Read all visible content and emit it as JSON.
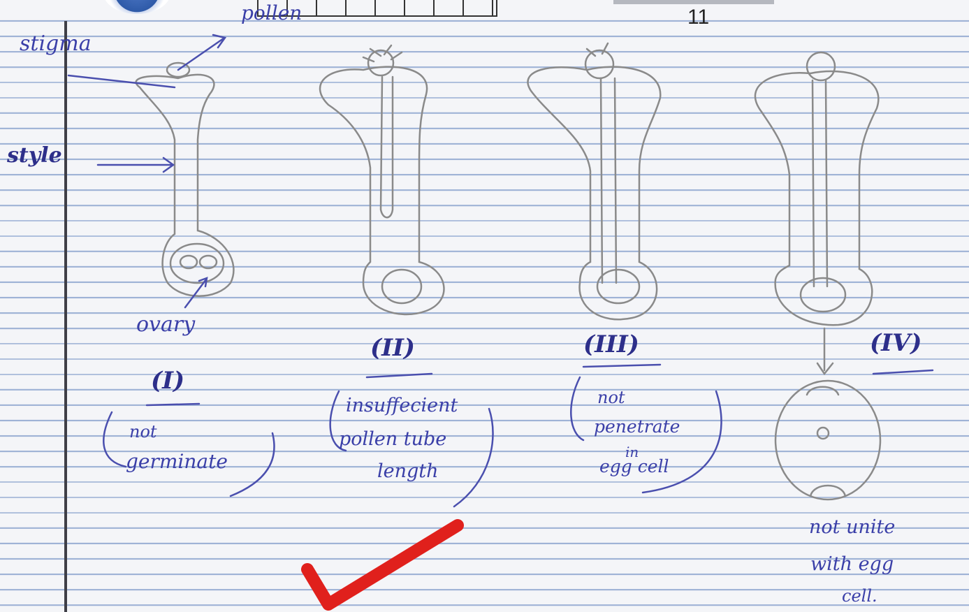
{
  "header": {
    "page_number": "11"
  },
  "labels": {
    "stigma": "stigma",
    "pollen": "pollen",
    "style": "style",
    "ovary": "ovary"
  },
  "panels": [
    {
      "numeral": "(I)",
      "caption_lines": [
        "not",
        "germinate"
      ]
    },
    {
      "numeral": "(II)",
      "caption_lines": [
        "insuffecient",
        "pollen tube",
        "length"
      ]
    },
    {
      "numeral": "(III)",
      "caption_lines": [
        "not",
        "penetrate",
        "in",
        "egg cell"
      ]
    },
    {
      "numeral": "(IV)",
      "caption_lines": [
        "not unite",
        "with egg",
        "cell."
      ]
    }
  ],
  "colors": {
    "ink": "#3a3fa8",
    "pencil": "#8a8a8a",
    "tick": "#e0201c",
    "ruled_line": "#9fb3d6"
  },
  "marks": {
    "tick_icon": "red-check-mark"
  }
}
